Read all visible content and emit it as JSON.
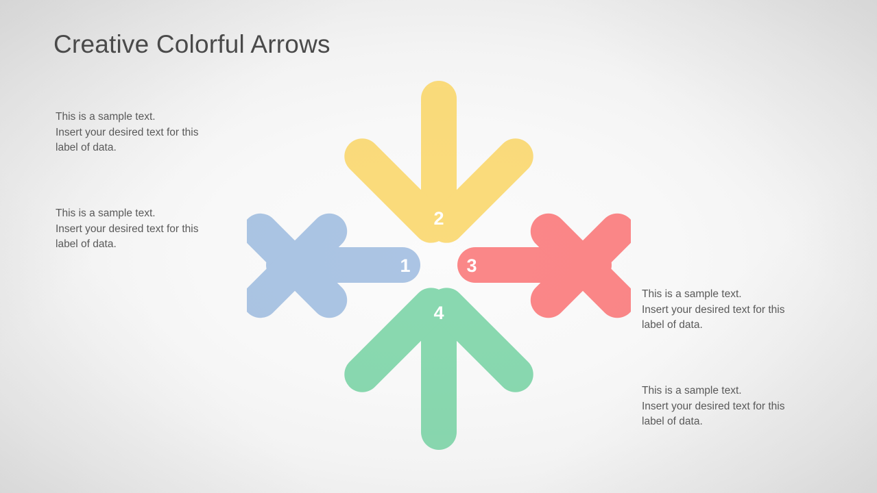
{
  "slide": {
    "title": "Creative Colorful Arrows",
    "background_center_color": "#fbfbfb",
    "background_edge_color": "#d9d9d9"
  },
  "captions": [
    {
      "id": "top-left",
      "position": "top-left",
      "linked_arrow": "2",
      "lines": [
        "This is a sample text.",
        "Insert your desired text for this",
        "label of data."
      ]
    },
    {
      "id": "mid-left",
      "position": "middle-left",
      "linked_arrow": "1",
      "lines": [
        "This is a sample text.",
        "Insert your desired text for this",
        "label of data."
      ]
    },
    {
      "id": "mid-right",
      "position": "middle-right",
      "linked_arrow": "3",
      "lines": [
        "This is a sample text.",
        "Insert your desired text for this",
        "label of data."
      ]
    },
    {
      "id": "bottom-right",
      "position": "bottom-right",
      "linked_arrow": "4",
      "lines": [
        "This is a sample text.",
        "Insert your desired text for this",
        "label of data."
      ]
    }
  ],
  "diagram": {
    "name": "four-way-colorful-arrows",
    "text_color": "#595959",
    "arrows": [
      {
        "number": "1",
        "color_name": "blue",
        "base_color": "#8FB0DB",
        "tip_color": "#3E78BE",
        "direction": "right",
        "points_to": "center",
        "label_color": "#FFFFFF"
      },
      {
        "number": "2",
        "color_name": "yellow",
        "base_color": "#FCD45E",
        "tip_color": "#FCC318",
        "direction": "down",
        "points_to": "center",
        "label_color": "#FFFFFF"
      },
      {
        "number": "3",
        "color_name": "red",
        "base_color": "#FC6364",
        "tip_color": "#F41411",
        "direction": "left",
        "points_to": "center",
        "label_color": "#FFFFFF"
      },
      {
        "number": "4",
        "color_name": "green",
        "base_color": "#5FCB8E",
        "tip_color": "#12B355",
        "direction": "up",
        "points_to": "center",
        "label_color": "#FFFFFF"
      }
    ]
  }
}
